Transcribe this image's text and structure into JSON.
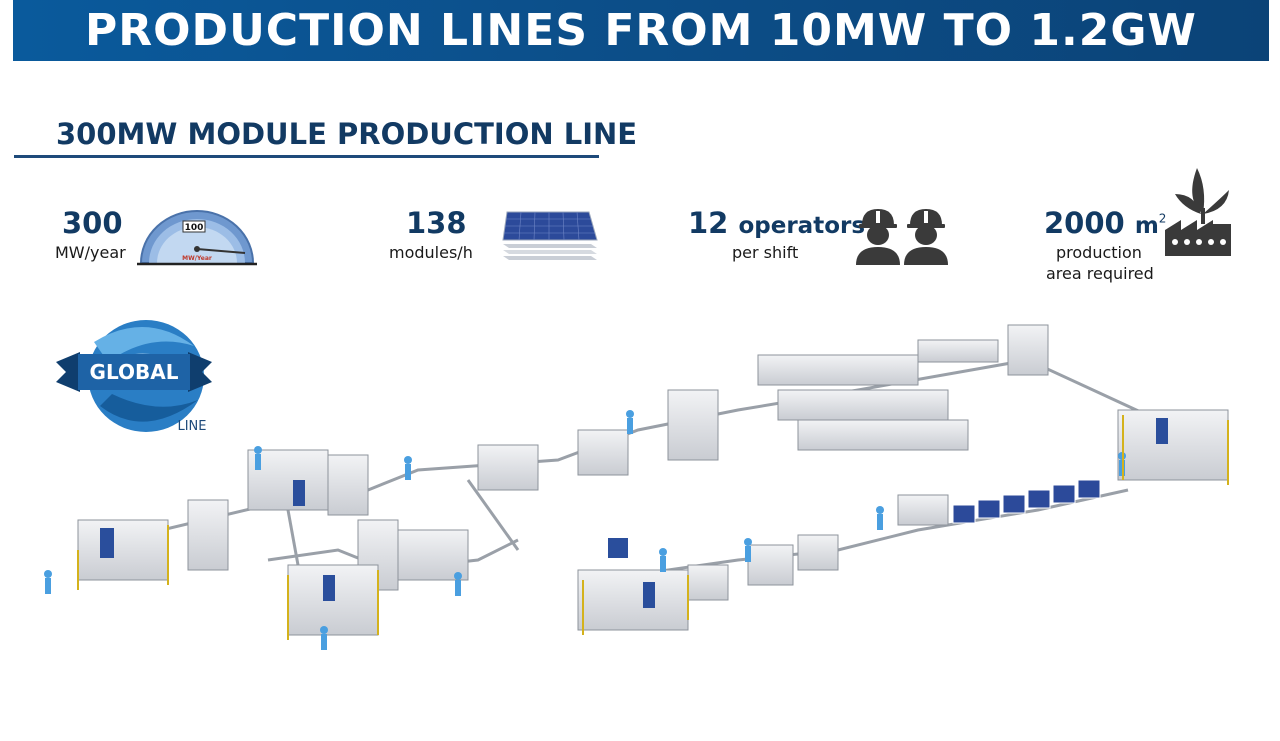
{
  "banner": {
    "title": "PRODUCTION LINES FROM 10MW TO 1.2GW"
  },
  "section": {
    "title": "300MW MODULE PRODUCTION LINE"
  },
  "stats": {
    "capacity": {
      "value": "300",
      "unit": "MW/year",
      "gauge_value": "100",
      "gauge_label": "MW/Year",
      "icon": "gauge-icon"
    },
    "modules": {
      "value": "138",
      "unit": "modules/h",
      "icon": "solar-panel-stack-icon"
    },
    "operators": {
      "value": "12",
      "label": "operators",
      "unit": "per shift",
      "icon": "worker-helmet-icon"
    },
    "area": {
      "value": "2000",
      "unit_main": "m",
      "unit_sup": "2",
      "line1": "production",
      "line2": "area required",
      "icon": "eco-factory-icon"
    }
  },
  "logo": {
    "word1": "GLOBAL",
    "word2": "LINE"
  },
  "colors": {
    "banner": "#0c4f8a",
    "heading": "#123a63",
    "gauge": "#5b88c4",
    "panel": "#2c4a9a"
  }
}
